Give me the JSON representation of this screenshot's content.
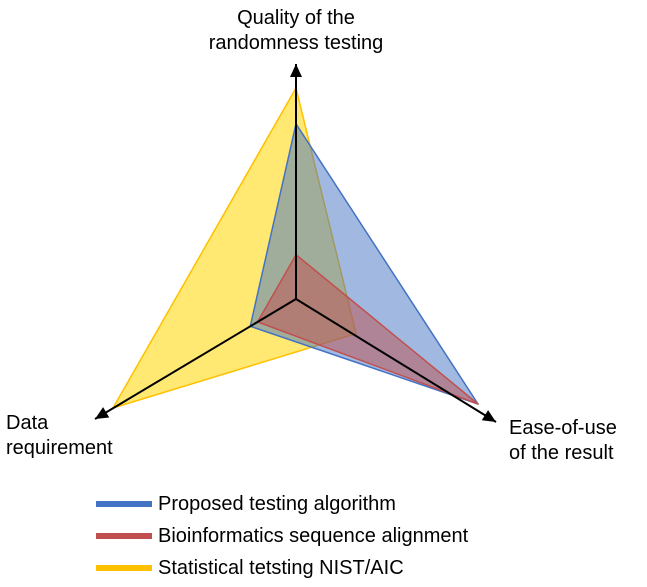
{
  "chart_data": {
    "type": "radar",
    "axes": [
      {
        "line1": "Quality of the",
        "line2": "randomness testing"
      },
      {
        "line1": "Ease-of-use",
        "line2": "of the result"
      },
      {
        "line1": "Data",
        "line2": "requirement"
      }
    ],
    "scale": [
      0,
      1
    ],
    "series": [
      {
        "name": "Proposed testing algorithm",
        "values": [
          0.83,
          1.0,
          0.25
        ],
        "color": "#4472C4",
        "fill": "rgba(68,114,196,0.5)"
      },
      {
        "name": "Bioinformatics sequence alignment",
        "values": [
          0.21,
          1.0,
          0.21
        ],
        "color": "#C0504D",
        "fill": "rgba(192,80,77,0.5)"
      },
      {
        "name": "Statistical tetsting NIST/AIC",
        "values": [
          1.0,
          0.33,
          1.0
        ],
        "color": "#FFC000",
        "fill": "rgba(255,215,0,0.55)"
      }
    ]
  }
}
